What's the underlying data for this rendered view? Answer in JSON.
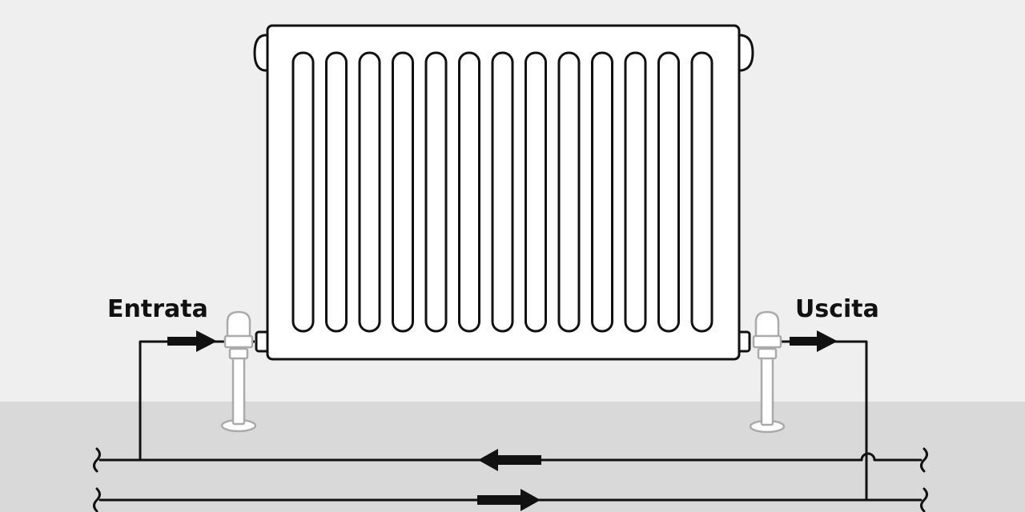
{
  "labels": {
    "inlet": "Entrata",
    "outlet": "Uscita"
  },
  "colors": {
    "wall": "#efefef",
    "floor": "#d9d9d9",
    "line": "#111111",
    "radiator": "#ffffff",
    "valve": "#aaaaaa"
  },
  "radiator": {
    "columns": 13
  },
  "icons": {
    "flow_arrow": "arrow-icon",
    "pipe_break": "break-mark-icon"
  }
}
